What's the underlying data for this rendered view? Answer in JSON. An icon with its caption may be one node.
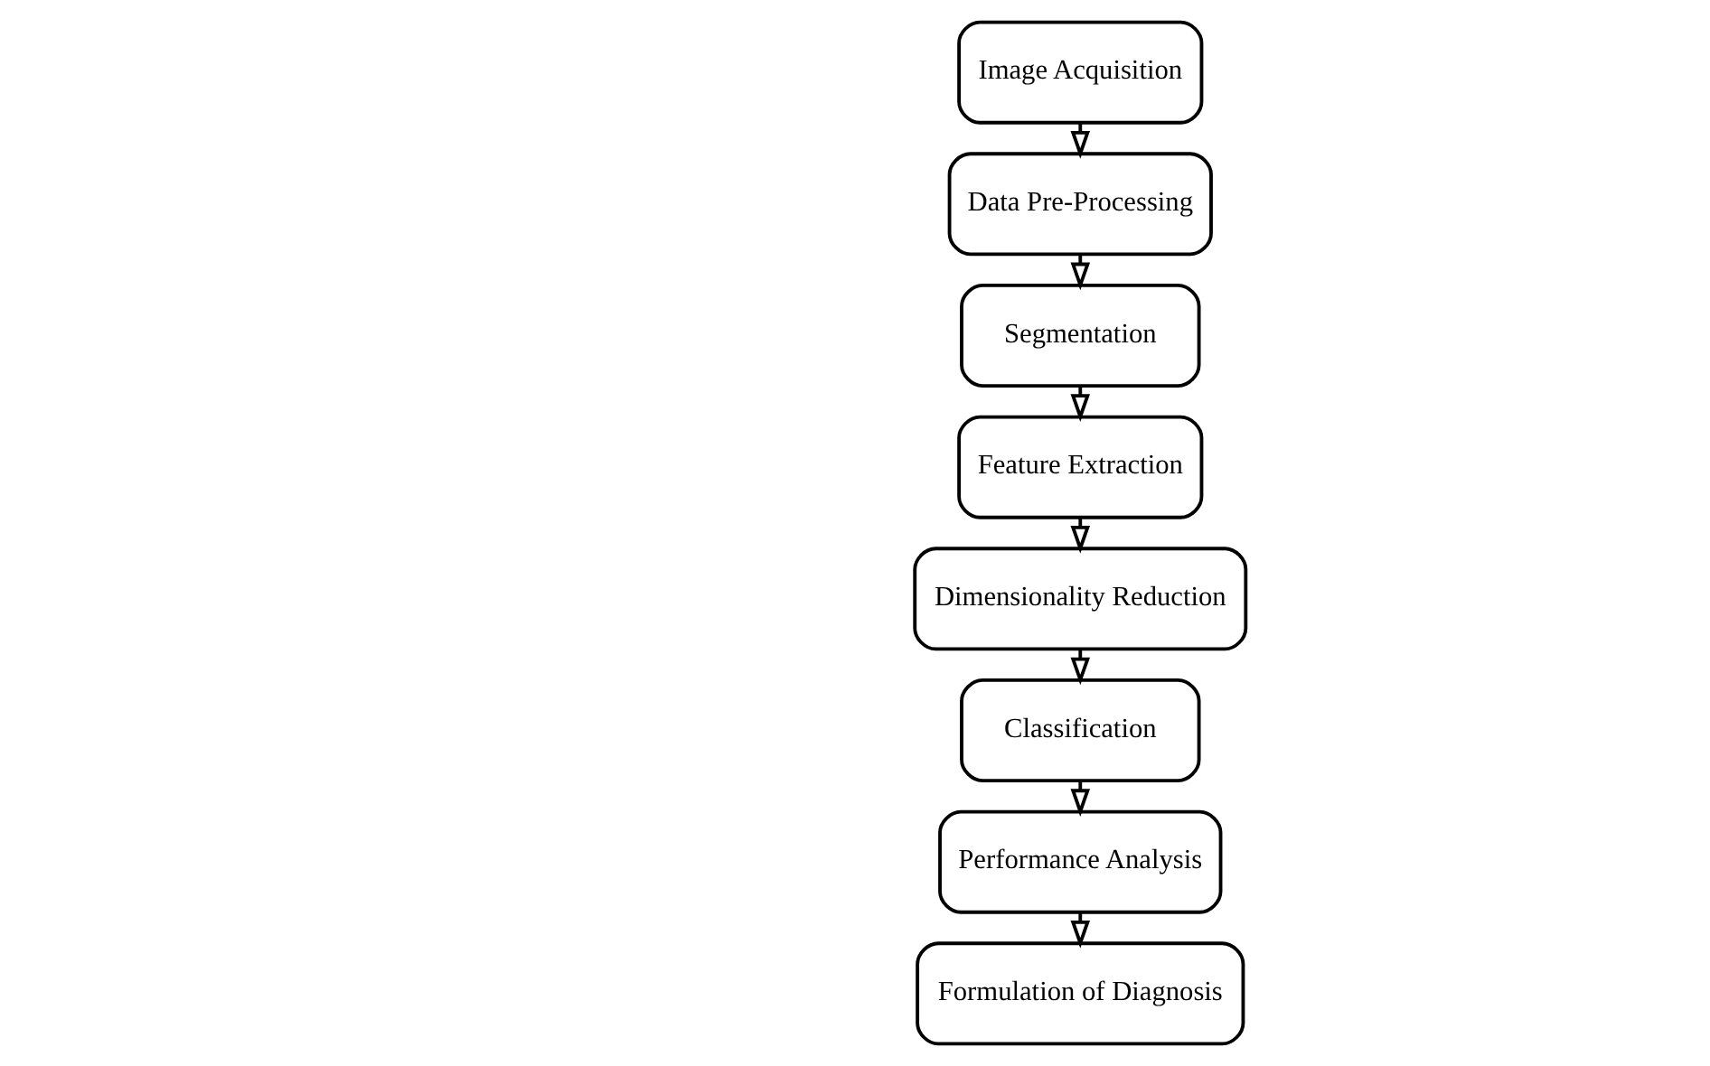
{
  "diagram": {
    "nodes": [
      {
        "text": [
          "Image Acquisition"
        ]
      },
      {
        "text": [
          "Data Pre-Processing"
        ]
      },
      {
        "text": [
          "Segmentation"
        ]
      },
      {
        "text": [
          "Feature Extraction"
        ]
      },
      {
        "text": [
          "Dimensionality Reduction"
        ]
      },
      {
        "text": [
          "Classification"
        ]
      },
      {
        "text": [
          "Performance Analysis"
        ]
      },
      {
        "text": [
          "Formulation of Diagnosis"
        ]
      }
    ],
    "edges": [
      {
        "from": 0,
        "to": 1,
        "arrow": "to"
      },
      {
        "from": 1,
        "to": 2,
        "arrow": "to"
      },
      {
        "from": 2,
        "to": 3,
        "arrow": "to"
      },
      {
        "from": 3,
        "to": 4,
        "arrow": "to"
      },
      {
        "from": 4,
        "to": 5,
        "arrow": "to"
      },
      {
        "from": 5,
        "to": 6,
        "arrow": "to"
      },
      {
        "from": 6,
        "to": 7,
        "arrow": "to"
      }
    ]
  }
}
